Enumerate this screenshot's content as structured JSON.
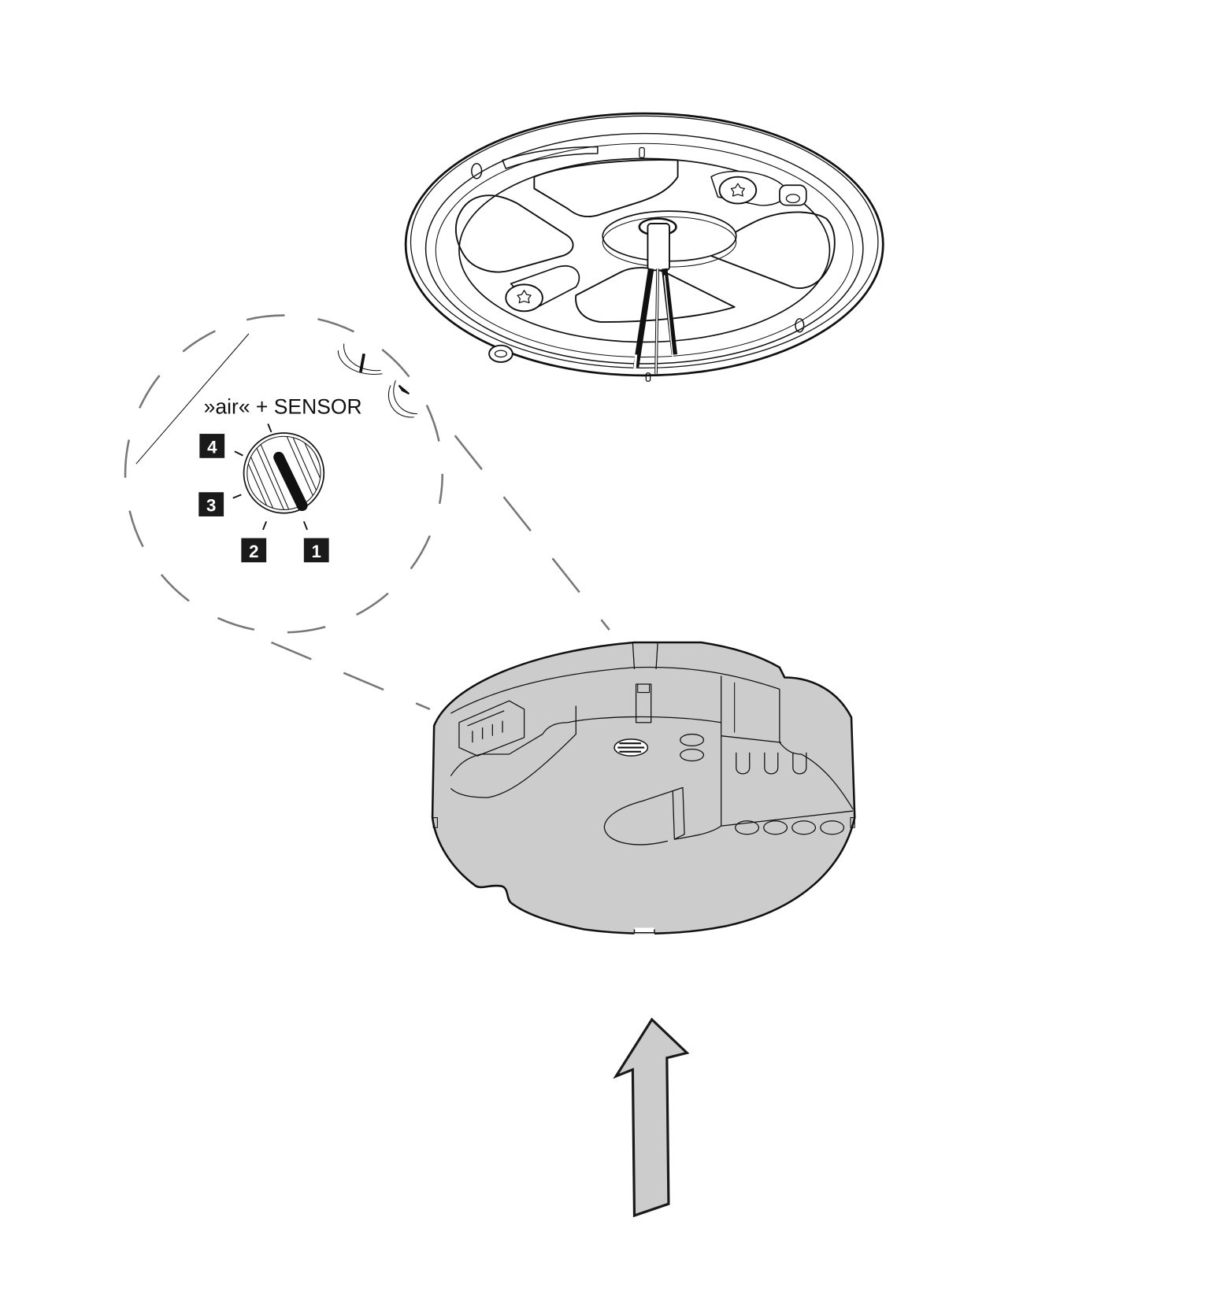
{
  "figure": {
    "title": "Installation step: attach sensor module to ceiling base plate",
    "colors": {
      "background": "#ffffff",
      "outline": "#111111",
      "module_fill": "#cccccc",
      "arrow_fill": "#cccccc",
      "callout_dash": "#777777",
      "badge_fill": "#1a1a1a",
      "badge_text": "#ffffff"
    }
  },
  "callout": {
    "label": "»air« + SENSOR",
    "dial": {
      "positions": [
        {
          "number": "1"
        },
        {
          "number": "2"
        },
        {
          "number": "3"
        },
        {
          "number": "4"
        }
      ],
      "pointer_icon": "dial-pointer"
    }
  },
  "components": {
    "base_plate": {
      "name": "ceiling-base-plate",
      "screws": 2,
      "wires": 3
    },
    "sensor_module": {
      "name": "sensor-module",
      "vent_holes": 4,
      "leds": 3
    },
    "arrow": {
      "direction": "up",
      "icon": "arrow-up-icon"
    }
  }
}
